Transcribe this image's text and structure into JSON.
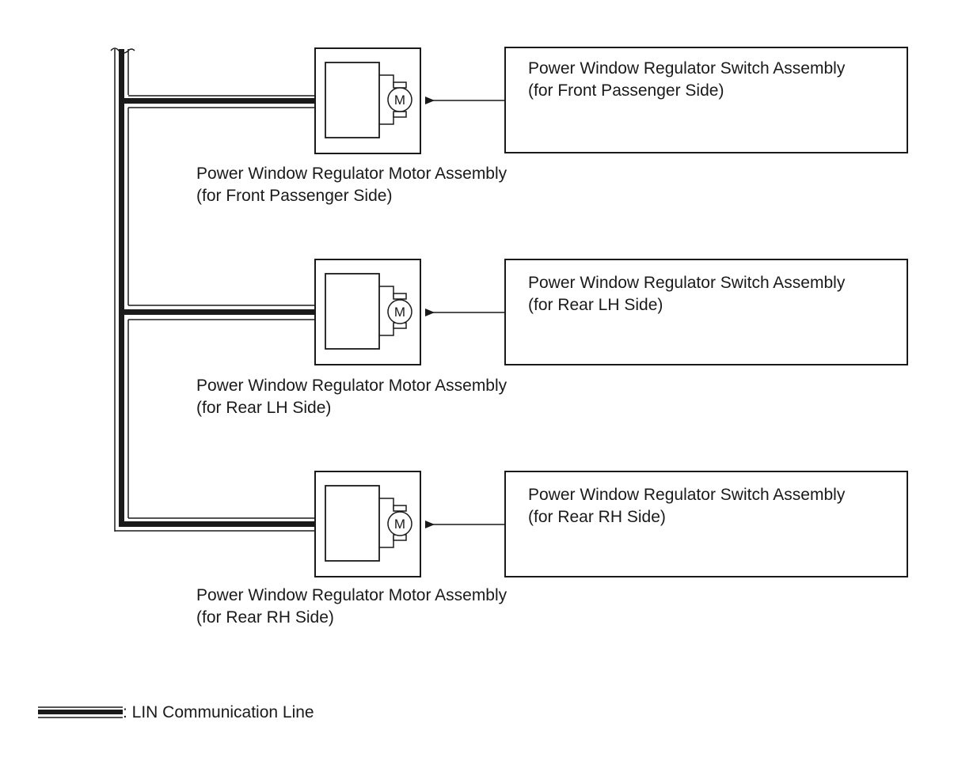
{
  "motors": [
    {
      "label_line1": "Power Window Regulator Motor Assembly",
      "label_line2": "(for Front Passenger Side)",
      "motor_symbol": "M"
    },
    {
      "label_line1": "Power Window Regulator Motor Assembly",
      "label_line2": "(for Rear LH Side)",
      "motor_symbol": "M"
    },
    {
      "label_line1": "Power Window Regulator Motor Assembly",
      "label_line2": "(for Rear RH Side)",
      "motor_symbol": "M"
    }
  ],
  "switches": [
    {
      "label_line1": "Power Window Regulator Switch Assembly",
      "label_line2": "(for Front Passenger Side)"
    },
    {
      "label_line1": "Power Window Regulator Switch Assembly",
      "label_line2": "(for Rear LH Side)"
    },
    {
      "label_line1": "Power Window Regulator Switch Assembly",
      "label_line2": "(for Rear RH Side)"
    }
  ],
  "legend": {
    "text": ": LIN Communication Line"
  },
  "colors": {
    "line": "#1a1a1a",
    "background": "#ffffff"
  }
}
